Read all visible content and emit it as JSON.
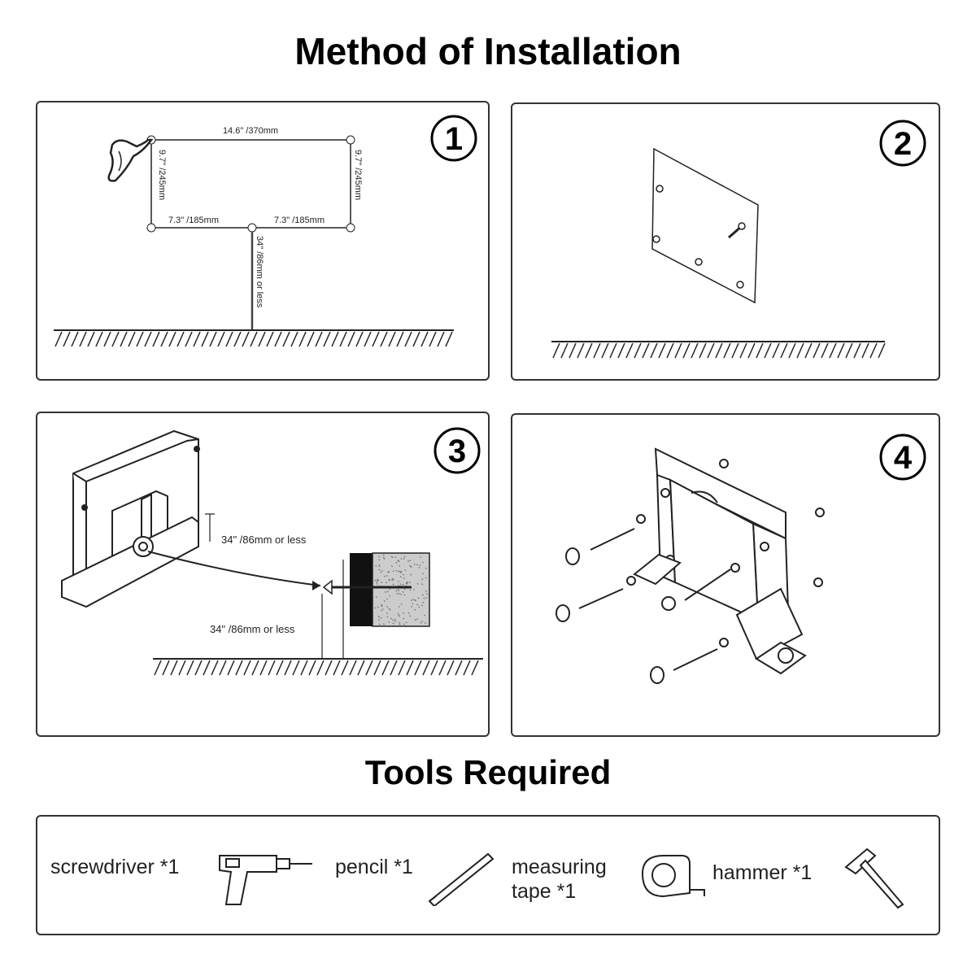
{
  "title": "Method of Installation",
  "tools_title": "Tools Required",
  "steps": [
    {
      "number": "1",
      "dims": {
        "top": "14.6\" /370mm",
        "left": "9.7\" /245mm",
        "right": "9.7\" /245mm",
        "bottom_left": "7.3\" /185mm",
        "bottom_right": "7.3\" /185mm",
        "vertical": "34\" /86mm or less"
      }
    },
    {
      "number": "2"
    },
    {
      "number": "3",
      "dims": {
        "upper": "34\" /86mm or less",
        "lower": "34\" /86mm or less"
      }
    },
    {
      "number": "4"
    }
  ],
  "tools": [
    {
      "label": "screwdriver *1",
      "icon": "drill-icon"
    },
    {
      "label_line1": "pencil *1",
      "icon": "pencil-icon"
    },
    {
      "label_line1": "measuring",
      "label_line2": "tape *1",
      "icon": "tape-measure-icon"
    },
    {
      "label": "hammer *1",
      "icon": "hammer-icon"
    }
  ]
}
